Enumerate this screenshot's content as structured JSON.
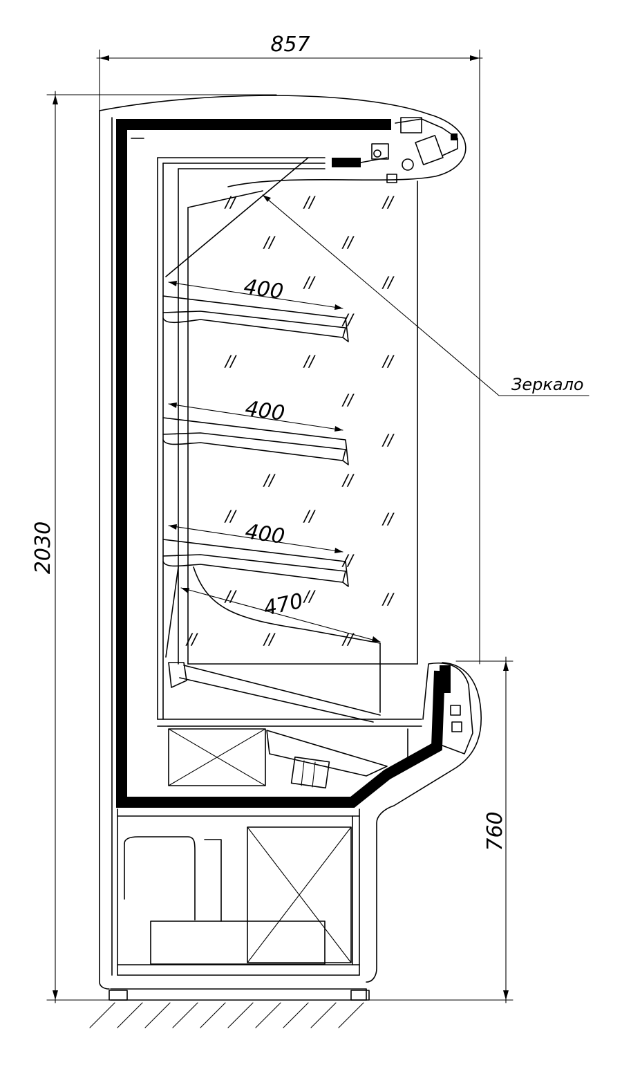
{
  "dimensions": {
    "width": "857",
    "height": "2030",
    "lower": "760"
  },
  "shelves": [
    {
      "depth": "400"
    },
    {
      "depth": "400"
    },
    {
      "depth": "400"
    },
    {
      "depth": "470"
    }
  ],
  "labels": {
    "mirror": "Зеркало",
    "glass_mark": "//"
  }
}
